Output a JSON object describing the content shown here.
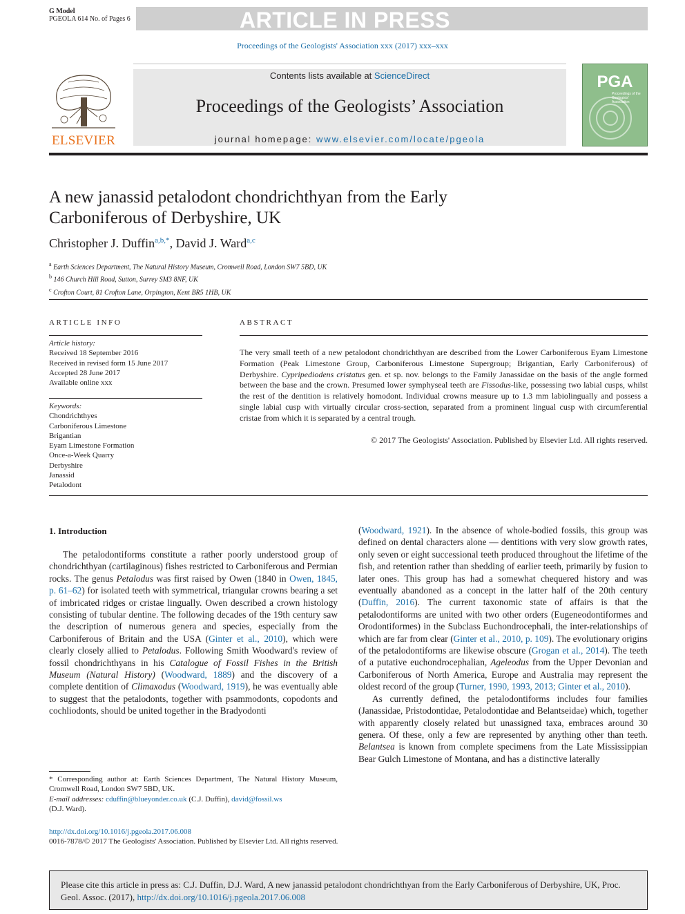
{
  "top": {
    "gmodel": "G Model",
    "pgeola": "PGEOLA 614 No. of Pages 6",
    "banner": "ARTICLE IN PRESS",
    "journal_ref": "Proceedings of the Geologists' Association xxx (2017) xxx–xxx"
  },
  "header": {
    "publisher": "ELSEVIER",
    "contents_prefix": "Contents lists available at ",
    "contents_link": "ScienceDirect",
    "journal_title": "Proceedings of the Geologists’ Association",
    "homepage_prefix": "journal homepage: ",
    "homepage_link": "www.elsevier.com/locate/pgeola",
    "cover_title": "PGA",
    "cover_sub": "Proceedings of the Geologists' Association"
  },
  "article": {
    "title_line1": "A new janassid petalodont chondrichthyan from the Early",
    "title_line2": "Carboniferous of Derbyshire, UK",
    "author1": "Christopher J. Duffin",
    "author1_sup": "a,b,*",
    "author_sep": ", ",
    "author2": "David J. Ward",
    "author2_sup": "a,c",
    "affiliations": [
      {
        "sup": "a",
        "text": "Earth Sciences Department, The Natural History Museum, Cromwell Road, London SW7 5BD, UK"
      },
      {
        "sup": "b",
        "text": "146 Church Hill Road, Sutton, Surrey SM3 8NF, UK"
      },
      {
        "sup": "c",
        "text": "Crofton Court, 81 Crofton Lane, Orpington, Kent BR5 1HB, UK"
      }
    ]
  },
  "info": {
    "label": "ARTICLE INFO",
    "history_heading": "Article history:",
    "history": [
      "Received 18 September 2016",
      "Received in revised form 15 June 2017",
      "Accepted 28 June 2017",
      "Available online xxx"
    ],
    "keywords_heading": "Keywords:",
    "keywords": [
      "Chondrichthyes",
      "Carboniferous Limestone",
      "Brigantian",
      "Eyam Limestone Formation",
      "Once-a-Week Quarry",
      "Derbyshire",
      "Janassid",
      "Petalodont"
    ]
  },
  "abstract": {
    "label": "ABSTRACT",
    "p1": "The very small teeth of a new petalodont chondrichthyan are described from the Lower Carboniferous Eyam Limestone Formation (Peak Limestone Group, Carboniferous Limestone Supergroup; Brigantian, Early Carboniferous) of Derbyshire. ",
    "p1_italic": "Cypripediodens cristatus",
    "p2": " gen. et sp. nov. belongs to the Family Janassidae on the basis of the angle formed between the base and the crown. Presumed lower symphyseal teeth are ",
    "p2_italic": "Fissodus",
    "p3": "-like, possessing two labial cusps, whilst the rest of the dentition is relatively homodont. Individual crowns measure up to 1.3 mm labiolingually and possess a single labial cusp with virtually circular cross-section, separated from a prominent lingual cusp with circumferential cristae from which it is separated by a central trough.",
    "copyright": "© 2017 The Geologists' Association. Published by Elsevier Ltd. All rights reserved."
  },
  "intro": {
    "heading": "1. Introduction",
    "col1": {
      "s1": "The petalodontiforms constitute a rather poorly understood group of chondrichthyan (cartilaginous) fishes restricted to Carboniferous and Permian rocks. The genus ",
      "i1": "Petalodus",
      "s2": " was first raised by Owen (1840 in ",
      "l1": "Owen, 1845, p. 61–62",
      "s3": ") for isolated teeth with symmetrical, triangular crowns bearing a set of imbricated ridges or cristae lingually. Owen described a crown histology consisting of tubular dentine. The following decades of the 19th century saw the description of numerous genera and species, especially from the Carboniferous of Britain and the USA (",
      "l2": "Ginter et al., 2010",
      "s4": "), which were clearly closely allied to ",
      "i2": "Petalodus",
      "s5": ". Following Smith Woodward's review of fossil chondrichthyans in his ",
      "i3": "Catalogue of Fossil Fishes in the British Museum (Natural History)",
      "s6": " (",
      "l3": "Woodward, 1889",
      "s7": ") and the discovery of a complete dentition of ",
      "i4": "Climaxodus",
      "s8": " (",
      "l4": "Woodward, 1919",
      "s9": "), he was eventually able to suggest that the petalodonts, together with psammodonts, copodonts and cochliodonts, should be united together in the Bradyodonti"
    },
    "col2a": {
      "s1": "(",
      "l1": "Woodward, 1921",
      "s2": "). In the absence of whole-bodied fossils, this group was defined on dental characters alone — dentitions with very slow growth rates, only seven or eight successional teeth produced throughout the lifetime of the fish, and retention rather than shedding of earlier teeth, primarily by fusion to later ones. This group has had a somewhat chequered history and was eventually abandoned as a concept in the latter half of the 20th century (",
      "l2": "Duffin, 2016",
      "s3": "). The current taxonomic state of affairs is that the petalodontiforms are united with two other orders (Eugeneodontiformes and Orodontiformes) in the Subclass Euchondrocephali, the inter-relationships of which are far from clear (",
      "l3": "Ginter et al., 2010, p. 109",
      "s4": "). The evolutionary origins of the petalodontiforms are likewise obscure (",
      "l4": "Grogan et al., 2014",
      "s5": "). The teeth of a putative euchondrocephalian, ",
      "i1": "Ageleodus",
      "s6": " from the Upper Devonian and Carboniferous of North America, Europe and Australia may represent the oldest record of the group (",
      "l5": "Turner, 1990, 1993, 2013; Ginter et al., 2010",
      "s7": ")."
    },
    "col2b": {
      "s1": "As currently defined, the petalodontiforms includes four families (Janassidae, Pristodontidae, Petalodontidae and Belantseidae) which, together with apparently closely related but unassigned taxa, embraces around 30 genera. Of these, only a few are represented by anything other than teeth. ",
      "i1": "Belantsea",
      "s2": " is known from complete specimens from the Late Mississippian Bear Gulch Limestone of Montana, and has a distinctive laterally"
    }
  },
  "footnote": {
    "star": "*",
    "text": " Corresponding author at: Earth Sciences Department, The Natural History Museum, Cromwell Road, London SW7 5BD, UK.",
    "email_label": "E-mail addresses:",
    "email1": "cduffin@blueyonder.co.uk",
    "email1_who": " (C.J. Duffin), ",
    "email2": "david@fossil.ws",
    "email2_who": "(D.J. Ward)."
  },
  "footer": {
    "doi": "http://dx.doi.org/10.1016/j.pgeola.2017.06.008",
    "issn": "0016-7878/© 2017 The Geologists' Association. Published by Elsevier Ltd. All rights reserved."
  },
  "citation": {
    "text": "Please cite this article in press as: C.J. Duffin, D.J. Ward, A new janassid petalodont chondrichthyan from the Early Carboniferous of Derbyshire, UK, Proc. Geol. Assoc. (2017), ",
    "link": "http://dx.doi.org/10.1016/j.pgeola.2017.06.008"
  },
  "colors": {
    "link": "#1a6ea8",
    "elsevier_orange": "#e9711c",
    "banner_gray": "#cfcfcf",
    "header_gray": "#e8e8e8",
    "cover_green": "#8fbe8c"
  }
}
